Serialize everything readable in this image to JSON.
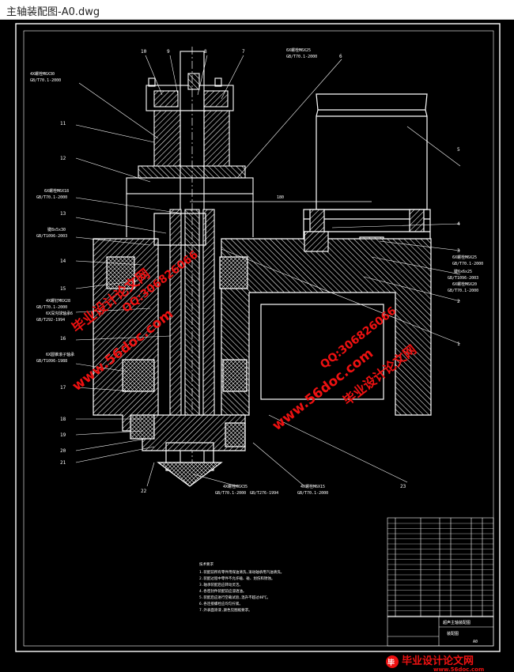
{
  "window": {
    "title": "主轴装配图-A0.dwg"
  },
  "drawing": {
    "item_numbers": [
      "10",
      "9",
      "8",
      "7",
      "6",
      "11",
      "12",
      "13",
      "14",
      "15",
      "16",
      "17",
      "18",
      "19",
      "20",
      "21",
      "22",
      "23",
      "5",
      "4",
      "3",
      "2",
      "1"
    ],
    "callouts": {
      "top_left_1": "4X螺栓M6X30",
      "top_left_2": "GB/T70.1-2000",
      "top_mid_1": "6X螺栓M6X25",
      "top_mid_2": "GB/T70.1-2000",
      "left_a1": "6X螺栓M6X18",
      "left_a2": "GB/T70.1-2000",
      "left_b1": "键8x5x30",
      "left_b2": "GB/T1096-2003",
      "left_c1": "4X螺钉M6X28",
      "left_c2": "GB/T70.1-2000",
      "left_d1": "6X深沟球轴承6",
      "left_d2": "GB/T292-1994",
      "left_e1": "6X圆锥滚子轴承",
      "left_e2": "GB/T1096-1988",
      "right_a1": "6X螺栓M6X25",
      "right_a2": "GB/T70.1-2000",
      "right_b1": "键6x6x25",
      "right_b2": "GB/T1096-2003",
      "right_c1": "6X螺栓M6X20",
      "right_c2": "GB/T70.1-2000",
      "bot_a1": "4X螺栓M6X35",
      "bot_a2": "GB/T70.1-2000",
      "bot_a3": "GB/T276-1994",
      "bot_b1": "4X螺栓M6X15",
      "bot_b2": "GB/T70.1-2000",
      "dim": "180"
    },
    "notes": {
      "title": "技术要求",
      "lines": [
        "1.装配前所有零件用煤油清洗,滚动轴承用汽油清洗。",
        "2.装配过程中零件不允许磕、碰、划伤和锈蚀。",
        "3.轴承装配后应转动灵活。",
        "4.各密封件装配前应浸透油。",
        "5.装配后应进行空载试验,温升不超过40℃。",
        "6.各连接螺栓应均匀拧紧。",
        "7.外表面涂漆,颜色见图纸要求。"
      ]
    },
    "title_block": {
      "name": "超声主轴装配图",
      "sub1": "装配图",
      "sub2": "A0"
    }
  },
  "watermarks": {
    "site": "www.56doc.com",
    "qq": "QQ:306826066",
    "brand": "毕业设计论文网"
  },
  "colors": {
    "background": "#000000",
    "lines": "#ffffff",
    "watermark": "#e01010"
  }
}
